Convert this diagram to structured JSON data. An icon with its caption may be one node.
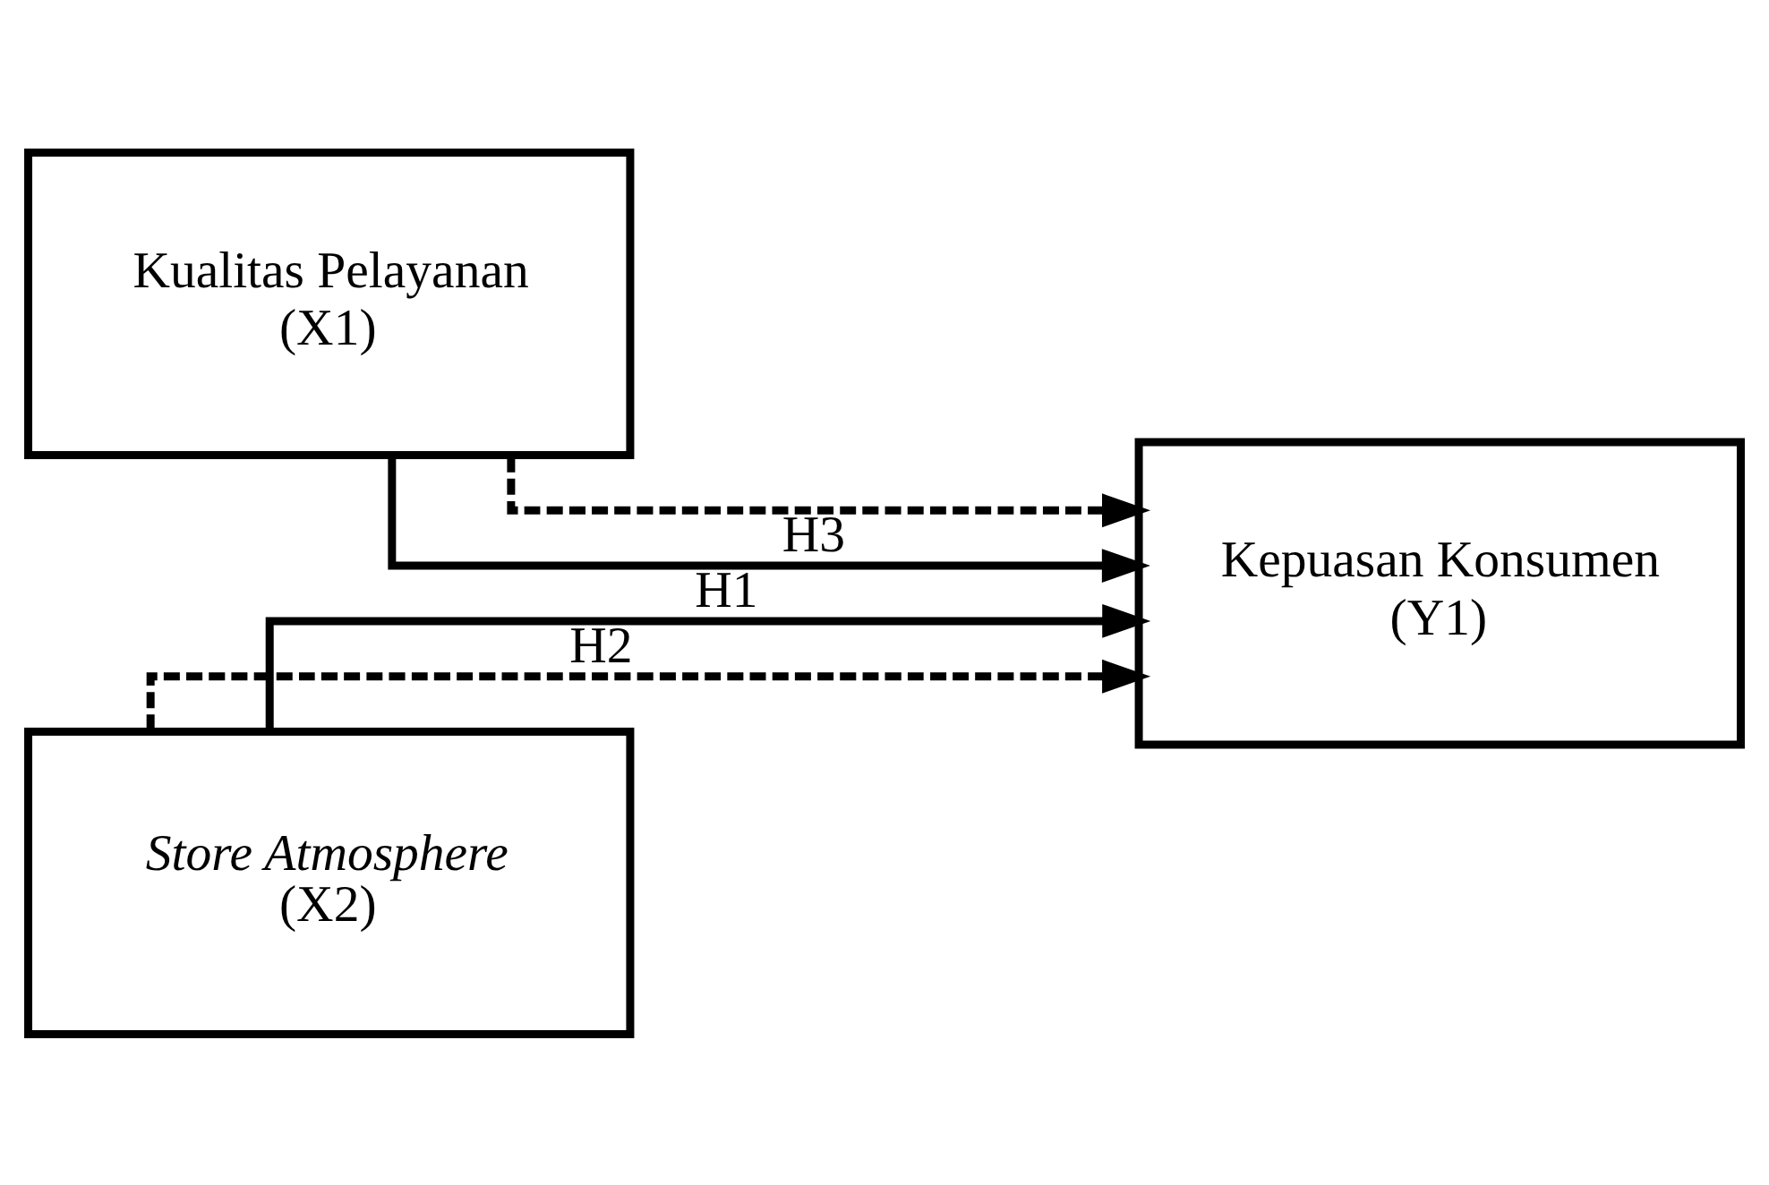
{
  "diagram": {
    "nodes": [
      {
        "text": [
          "Kualitas Pelayanan",
          "(X1)"
        ]
      },
      {
        "text": [
          "Store Atmosphere",
          "(X2)"
        ]
      },
      {
        "text": [
          "Kepuasan Konsumen",
          "(Y1)"
        ]
      }
    ],
    "edges": [
      {
        "from": 0,
        "to": 2,
        "arrow": "to",
        "label": "H1"
      },
      {
        "from": 0,
        "to": 2,
        "arrow": "to",
        "style": "dashed",
        "label": "H3"
      },
      {
        "from": 1,
        "to": 2,
        "arrow": "to",
        "style": "dashed"
      },
      {
        "from": 1,
        "to": 2,
        "arrow": "to",
        "label": "H2"
      }
    ]
  }
}
